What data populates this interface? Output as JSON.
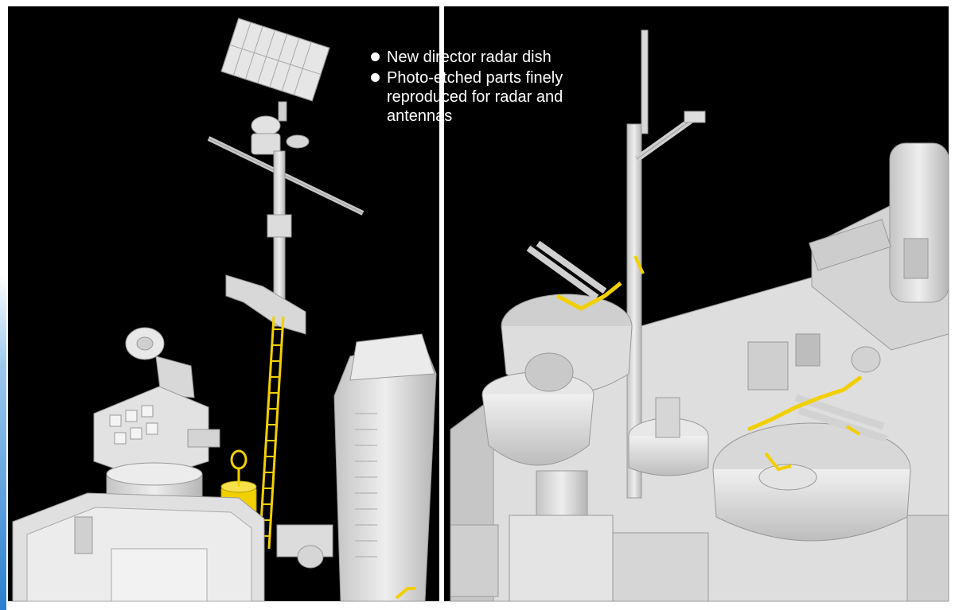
{
  "features": [
    "New director radar dish",
    "Photo-etched parts finely reproduced for radar and antennas"
  ],
  "colors": {
    "background": "#000000",
    "frame": "#ffffff",
    "side_accent": "#3d8fd6",
    "model_light": "#e4e4e4",
    "model_mid": "#cfcfcf",
    "model_shadow": "#a9a9a9",
    "photo_etch": "#f2d000",
    "bullet_text": "#ffffff"
  },
  "panels": [
    "mast-and-director-view",
    "twin-mount-and-deck-view"
  ]
}
